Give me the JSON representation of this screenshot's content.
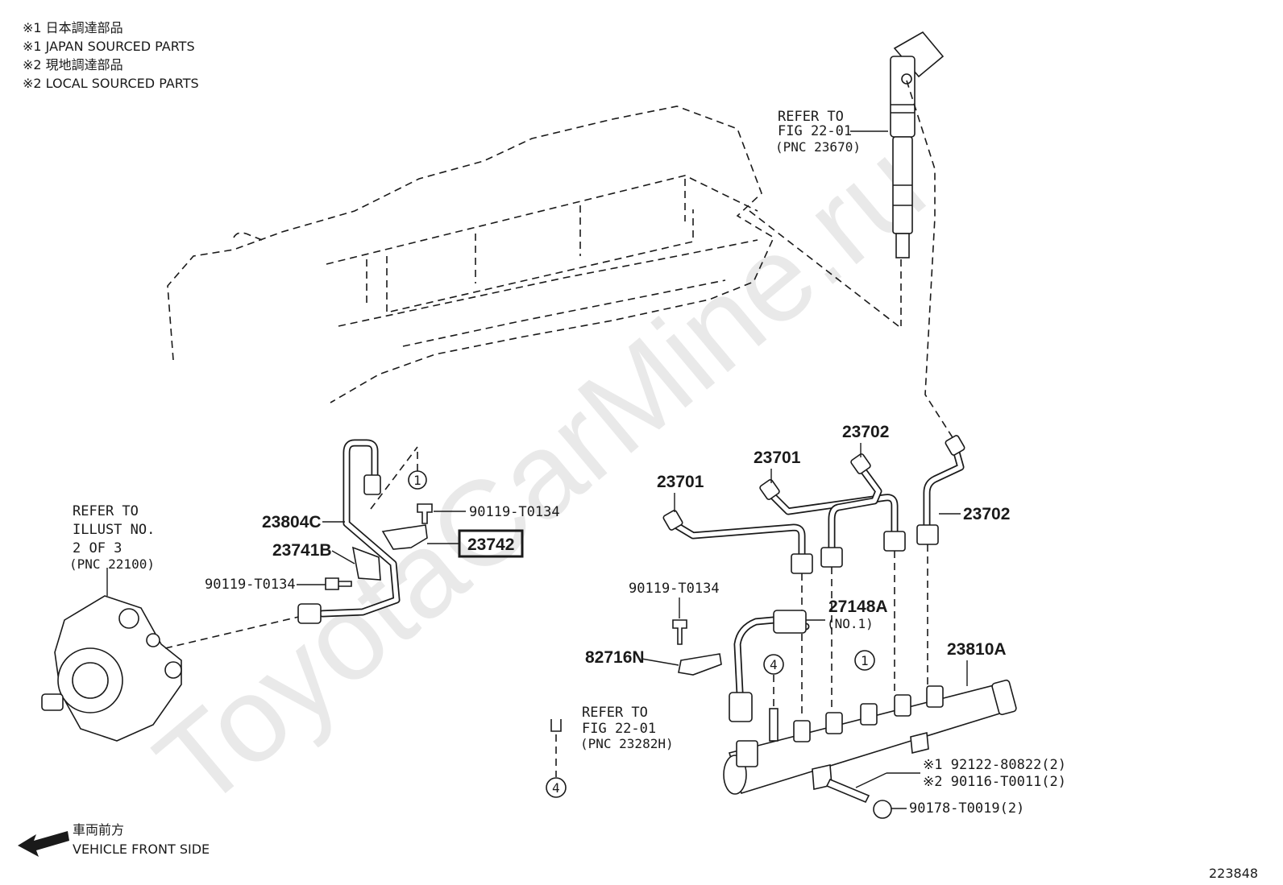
{
  "notes": {
    "jp1": "※1 日本調達部品",
    "en1": "※1 JAPAN SOURCED PARTS",
    "jp2": "※2 現地調達部品",
    "en2": "※2 LOCAL SOURCED PARTS"
  },
  "watermark": "ToyotaCarMine.ru",
  "refs": {
    "injector": [
      "REFER TO",
      "FIG 22-01",
      "(PNC 23670)"
    ],
    "pump": [
      "REFER TO",
      "ILLUST NO.",
      "2 OF 3",
      "(PNC 22100)"
    ],
    "sensor": [
      "REFER TO",
      "FIG 22-01",
      "(PNC 23282H)"
    ]
  },
  "parts": {
    "p23804c": "23804C",
    "p23741b": "23741B",
    "p23742": "23742",
    "bolt_a": "90119-T0134",
    "bolt_b": "90119-T0134",
    "bolt_c": "90119-T0134",
    "p23701a": "23701",
    "p23701b": "23701",
    "p23702a": "23702",
    "p23702b": "23702",
    "p27148a": "27148A",
    "p27148a_sub": "(NO.1)",
    "p82716n": "82716N",
    "p23810a": "23810A",
    "stud1": "※1 92122-80822(2)",
    "stud2": "※2 90116-T0011(2)",
    "nut": "90178-T0019(2)"
  },
  "callouts": {
    "c1a": "1",
    "c1b": "1",
    "c4a": "4",
    "c4b": "4"
  },
  "footer": {
    "direction_jp": "車両前方",
    "direction_en": "VEHICLE FRONT SIDE",
    "illust_no": "223848"
  }
}
